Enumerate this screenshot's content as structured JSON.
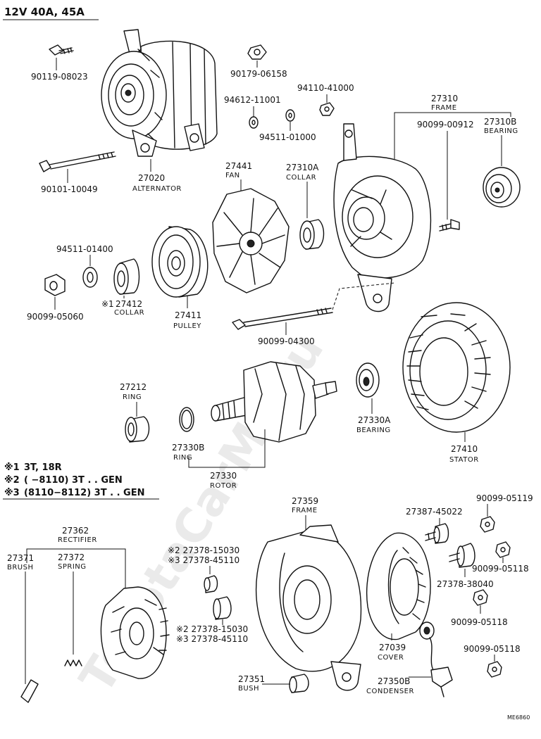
{
  "header": {
    "title": "12V 40A, 45A"
  },
  "watermark": {
    "text": "ToyotaCarMe.ru"
  },
  "footer": {
    "code": "ME6860"
  },
  "notes": [
    {
      "mark": "※1",
      "text": "3T, 18R"
    },
    {
      "mark": "※2",
      "text": "(      −8110) 3T . . GEN"
    },
    {
      "mark": "※3",
      "text": "(8110−8112) 3T . . GEN"
    }
  ],
  "parts": {
    "p90119_08023": {
      "num": "90119-08023"
    },
    "p90179_06158": {
      "num": "90179-06158"
    },
    "p94110_41000": {
      "num": "94110-41000"
    },
    "p94612_11001": {
      "num": "94612-11001"
    },
    "p94511_01000": {
      "num": "94511-01000"
    },
    "p27310": {
      "num": "27310",
      "name": "FRAME"
    },
    "p90099_00912": {
      "num": "90099-00912"
    },
    "p27310B": {
      "num": "27310B",
      "name": "BEARING"
    },
    "p90101_10049": {
      "num": "90101-10049"
    },
    "p27020": {
      "num": "27020",
      "name": "ALTERNATOR"
    },
    "p27441": {
      "num": "27441",
      "name": "FAN"
    },
    "p27310A": {
      "num": "27310A",
      "name": "COLLAR"
    },
    "p94511_01400": {
      "num": "94511-01400"
    },
    "p27412": {
      "mark": "※1",
      "num": "27412",
      "name": "COLLAR"
    },
    "p90099_05060": {
      "num": "90099-05060"
    },
    "p27411": {
      "num": "27411",
      "name": "PULLEY"
    },
    "p90099_04300": {
      "num": "90099-04300"
    },
    "p27212": {
      "num": "27212",
      "name": "RING"
    },
    "p27330A": {
      "num": "27330A",
      "name": "BEARING"
    },
    "p27330B": {
      "num": "27330B",
      "name": "RING"
    },
    "p27330": {
      "num": "27330",
      "name": "ROTOR"
    },
    "p27410": {
      "num": "27410",
      "name": "STATOR"
    },
    "p27359": {
      "num": "27359",
      "name": "FRAME"
    },
    "p90099_05119": {
      "num": "90099-05119"
    },
    "p27387_45022": {
      "num": "27387-45022"
    },
    "p27362": {
      "num": "27362",
      "name": "RECTIFIER"
    },
    "p27371": {
      "num": "27371",
      "name": "BRUSH"
    },
    "p27372": {
      "num": "27372",
      "name": "SPRING"
    },
    "p27378_a": {
      "line1": "※2 27378-15030",
      "line2": "※3 27378-45110"
    },
    "p90099_05118_a": {
      "num": "90099-05118"
    },
    "p27378_38040": {
      "num": "27378-38040"
    },
    "p90099_05118_b": {
      "num": "90099-05118"
    },
    "p27378_b": {
      "line1": "※2 27378-15030",
      "line2": "※3 27378-45110"
    },
    "p27039": {
      "num": "27039",
      "name": "COVER"
    },
    "p90099_05118_c": {
      "num": "90099-05118"
    },
    "p27351": {
      "num": "27351",
      "name": "BUSH"
    },
    "p27350B": {
      "num": "27350B",
      "name": "CONDENSER"
    }
  }
}
